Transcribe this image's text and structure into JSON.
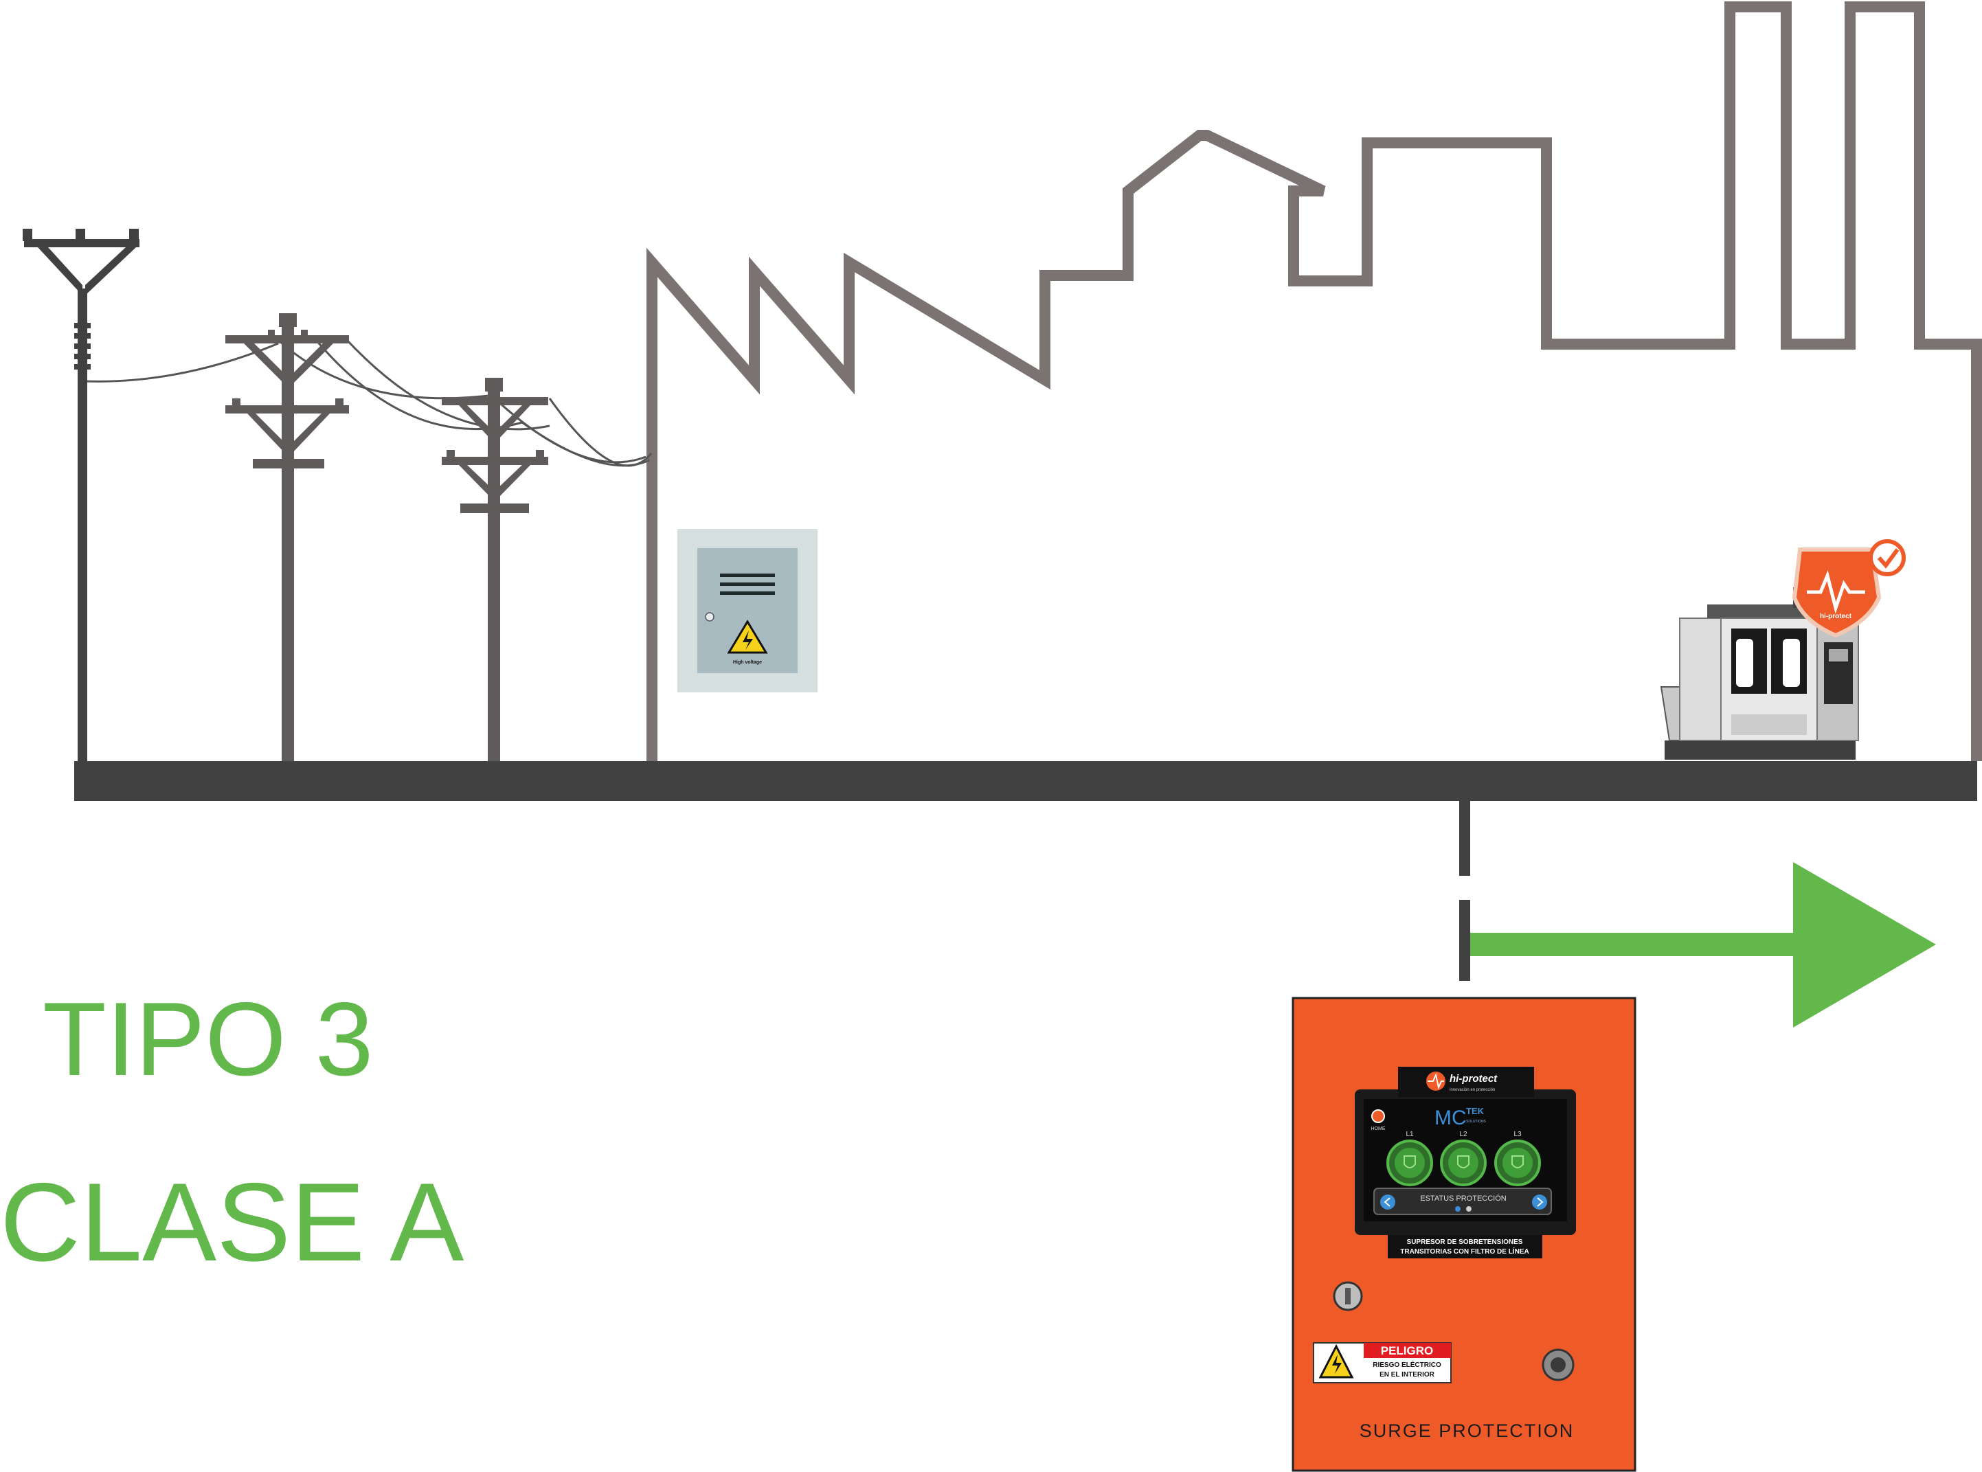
{
  "labels": {
    "type_label": "TIPO 3",
    "class_label": "CLASE A"
  },
  "electrical_box": {
    "sign_text": "High voltage"
  },
  "surge_panel": {
    "brand_name": "hi-protect",
    "brand_tagline": "innovación en protección",
    "device_logo_main": "MC",
    "device_logo_sub": "TEK",
    "device_logo_small": "SOLUTIONS",
    "home_label": "HOME",
    "lines": [
      "L1",
      "L2",
      "L3"
    ],
    "status_label": "ESTATUS PROTECCIÓN",
    "description_line1": "SUPRESOR DE SOBRETENSIONES",
    "description_line2": "TRANSITORIAS CON FILTRO DE LÍNEA",
    "danger_title": "PELIGRO",
    "danger_line1": "RIESGO ELÉCTRICO",
    "danger_line2": "EN EL INTERIOR",
    "footer_text": "SURGE PROTECTION"
  },
  "machine": {
    "badge_brand": "hi-protect"
  },
  "colors": {
    "outline_gray": "#7a7371",
    "ground_bar": "#414141",
    "accent_green": "#62b84a",
    "panel_orange": "#ef5a29",
    "screen_black": "#1a1a1a"
  }
}
